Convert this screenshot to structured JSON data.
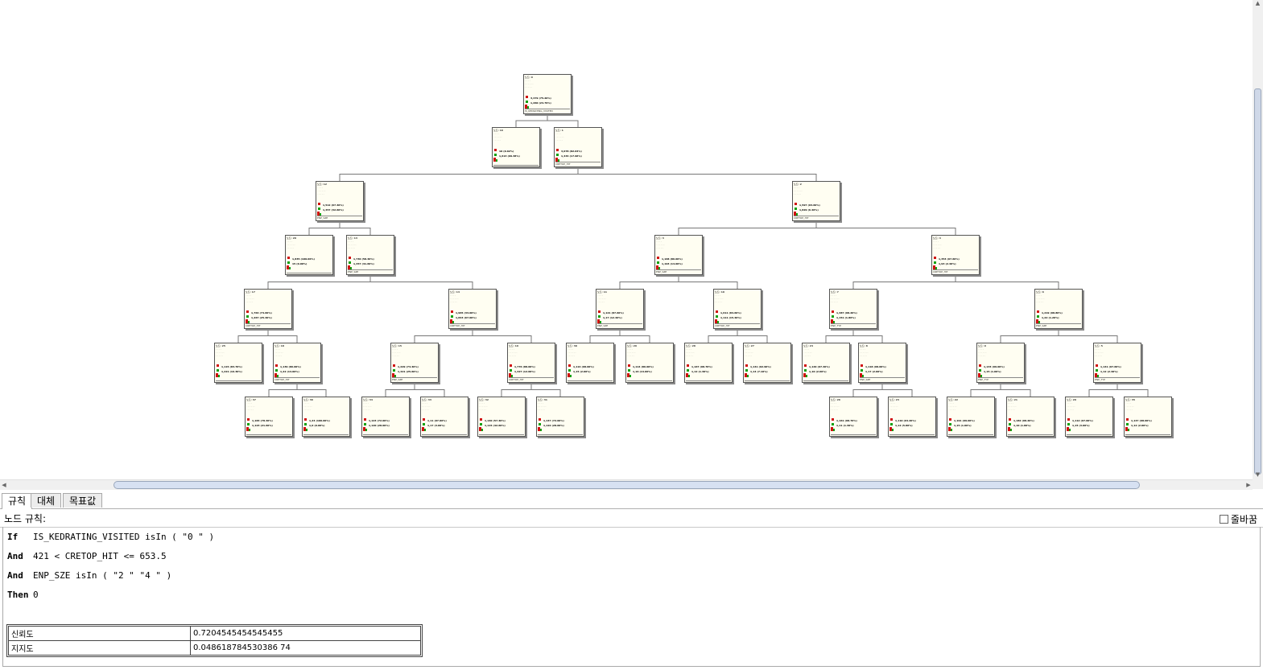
{
  "tree": {
    "nodes": [
      {
        "id": "n0",
        "header": "노드: 0",
        "split": "IS_KEDRATING_VISITED",
        "v1": "3,479 (75.20%)",
        "v2": "1,260 (24.79%)"
      },
      {
        "id": "n1",
        "header": "노드: 16",
        "split": "",
        "v1": "10 (0.62%)",
        "v2": "1,613 (99.38%)"
      },
      {
        "id": "n2",
        "header": "노드: 1",
        "split": "CRETOP_HIT",
        "v1": "3,078 (82.04%)",
        "v2": "1,434 (17.96%)"
      },
      {
        "id": "n3",
        "header": "노드: 12",
        "split": "ENP_SZE",
        "v1": "1,512 (67.40%)",
        "v2": "1,457 (32.60%)"
      },
      {
        "id": "n4",
        "header": "노드: 2",
        "split": "CRETOP_HIT",
        "v1": "1,597 (93.60%)",
        "v2": "1,829 (6.40%)"
      },
      {
        "id": "n5",
        "header": "노드: 20",
        "split": "",
        "v1": "1,835 (100.00%)",
        "v2": "15 (0.00%)"
      },
      {
        "id": "n6",
        "header": "노드: 13",
        "split": "ENP_SZE",
        "v1": "1,730 (58.40%)",
        "v2": "1,457 (41.60%)"
      },
      {
        "id": "n7",
        "header": "노드: 3",
        "split": "ENP_SZE",
        "v1": "1,168 (86.00%)",
        "v2": "1,193 (14.00%)"
      },
      {
        "id": "n8",
        "header": "노드: 4",
        "split": "CRETOP_HIT",
        "v1": "1,353 (97.60%)",
        "v2": "1,93 (2.40%)"
      },
      {
        "id": "n9",
        "header": "노드: 17",
        "split": "CRETOP_HIT",
        "v1": "1,764 (74.60%)",
        "v2": "1,267 (25.40%)"
      },
      {
        "id": "n10",
        "header": "노드: 14",
        "split": "CRETOP_HIT",
        "v1": "1,965 (33.00%)",
        "v2": "1,843 (67.00%)"
      },
      {
        "id": "n11",
        "header": "노드: 11",
        "split": "ENP_SZE",
        "v1": "1,121 (87.60%)",
        "v2": "1,17 (12.40%)"
      },
      {
        "id": "n12",
        "header": "노드: 10",
        "split": "CRETOP_HIT",
        "v1": "1,611 (84.60%)",
        "v2": "1,111 (15.40%)"
      },
      {
        "id": "n13",
        "header": "노드: 7",
        "split": "ENP_TYP",
        "v1": "1,487 (98.20%)",
        "v2": "1,151 (1.80%)"
      },
      {
        "id": "n14",
        "header": "노드: 6",
        "split": "ENP_SZE",
        "v1": "1,219 (98.80%)",
        "v2": "1,22 (1.20%)"
      },
      {
        "id": "n15",
        "header": "노드: 25",
        "split": "",
        "v1": "1,115 (83.70%)",
        "v2": "1,221 (16.30%)"
      },
      {
        "id": "n16",
        "header": "노드: 18",
        "split": "CRETOP_HIT",
        "v1": "1,139 (86.00%)",
        "v2": "1,22 (14.00%)"
      },
      {
        "id": "n17",
        "header": "노드: 15",
        "split": "ENP_SZE",
        "v1": "1,229 (74.40%)",
        "v2": "1,421 (25.60%)"
      },
      {
        "id": "n18",
        "header": "노드: 19",
        "split": "CRETOP_HIT",
        "v1": "1,776 (88.00%)",
        "v2": "1,427 (12.00%)"
      },
      {
        "id": "n19",
        "header": "노드: 30",
        "split": "",
        "v1": "1,114 (98.00%)",
        "v2": "1,15 (2.00%)"
      },
      {
        "id": "n20",
        "header": "노드: 29",
        "split": "",
        "v1": "1,114 (86.00%)",
        "v2": "1,16 (14.00%)"
      },
      {
        "id": "n21",
        "header": "노드: 28",
        "split": "",
        "v1": "1,167 (98.70%)",
        "v2": "1,12 (1.30%)"
      },
      {
        "id": "n22",
        "header": "노드: 27",
        "split": "",
        "v1": "1,141 (92.90%)",
        "v2": "1,14 (7.10%)"
      },
      {
        "id": "n23",
        "header": "노드: 24",
        "split": "",
        "v1": "1,129 (97.40%)",
        "v2": "1,10 (2.60%)"
      },
      {
        "id": "n24",
        "header": "노드: 8",
        "split": "ENP_SZE",
        "v1": "1,118 (98.00%)",
        "v2": "1,17 (2.00%)"
      },
      {
        "id": "n25",
        "header": "노드: 9",
        "split": "ENP_TYP",
        "v1": "1,133 (99.00%)",
        "v2": "1,15 (1.00%)"
      },
      {
        "id": "n26",
        "header": "노드: 5",
        "split": "ENP_TYP",
        "v1": "1,141 (97.60%)",
        "v2": "1,12 (2.40%)"
      },
      {
        "id": "n27",
        "header": "노드: 37",
        "split": "",
        "v1": "1,183 (78.40%)",
        "v2": "1,123 (21.60%)"
      },
      {
        "id": "n28",
        "header": "노드: 36",
        "split": "",
        "v1": "1,24 (100.00%)",
        "v2": "1,0 (0.00%)"
      },
      {
        "id": "n29",
        "header": "노드: 34",
        "split": "",
        "v1": "1,123 (72.00%)",
        "v2": "1,120 (28.00%)"
      },
      {
        "id": "n30",
        "header": "노드: 33",
        "split": "",
        "v1": "1,11 (97.00%)",
        "v2": "1,17 (3.00%)"
      },
      {
        "id": "n31",
        "header": "노드: 32",
        "split": "",
        "v1": "1,140 (57.40%)",
        "v2": "1,115 (42.60%)"
      },
      {
        "id": "n32",
        "header": "노드: 31",
        "split": "",
        "v1": "1,147 (72.00%)",
        "v2": "1,122 (28.00%)"
      },
      {
        "id": "n33",
        "header": "노드: 26",
        "split": "",
        "v1": "1,161 (98.70%)",
        "v2": "1,11 (1.30%)"
      },
      {
        "id": "n34",
        "header": "노드: 23",
        "split": "",
        "v1": "1,110 (94.20%)",
        "v2": "1,12 (5.80%)"
      },
      {
        "id": "n35",
        "header": "노드: 22",
        "split": "",
        "v1": "1,191 (99.00%)",
        "v2": "1,15 (1.00%)"
      },
      {
        "id": "n36",
        "header": "노드: 21",
        "split": "",
        "v1": "1,182 (98.20%)",
        "v2": "1,10 (1.80%)"
      },
      {
        "id": "n37",
        "header": "노드: 20",
        "split": "",
        "v1": "1,112 (97.00%)",
        "v2": "1,15 (3.00%)"
      },
      {
        "id": "n38",
        "header": "노드: 35",
        "split": "",
        "v1": "1,147 (98.00%)",
        "v2": "1,12 (2.00%)"
      }
    ]
  },
  "tabs": [
    "규칙",
    "대체",
    "목표값"
  ],
  "rule_panel": {
    "title": "노드 규칙:",
    "wrap_label": "줄바꿈",
    "lines": [
      {
        "kw": "If",
        "text": "IS_KEDRATING_VISITED isIn ( \"0 \" )"
      },
      {
        "kw": "And",
        "text": "421 < CRETOP_HIT <= 653.5"
      },
      {
        "kw": "And",
        "text": "ENP_SZE isIn ( \"2 \" \"4 \" )"
      },
      {
        "kw": "Then",
        "text": "0"
      }
    ],
    "metrics": [
      {
        "label": "신뢰도",
        "value": "0.7204545454545455"
      },
      {
        "label": "지지도",
        "value": "0.048618784530386 74"
      }
    ]
  },
  "colors": {
    "node_bg": "#fffef2",
    "bar_red": "#d01010",
    "bar_green": "#10a010"
  }
}
